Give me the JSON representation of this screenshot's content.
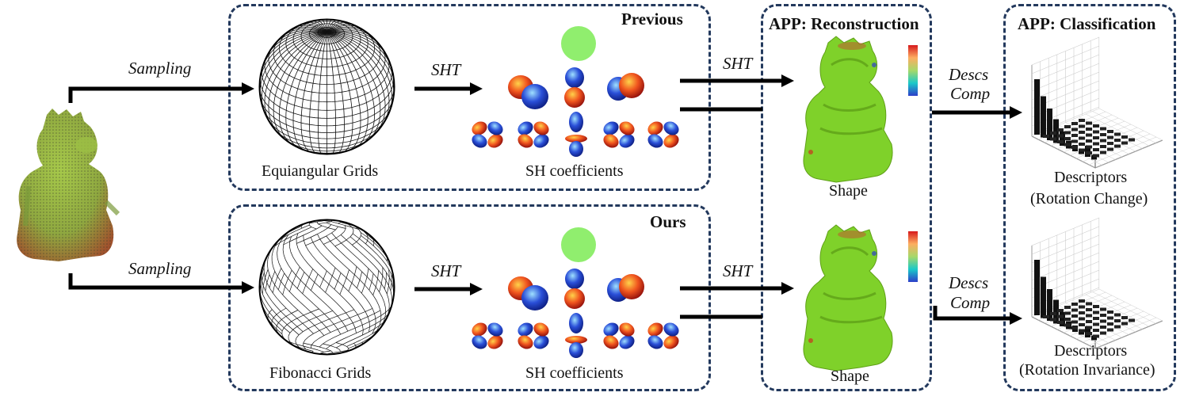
{
  "panels": {
    "previous": "Previous",
    "ours": "Ours",
    "reconstruction": "APP: Reconstruction",
    "classification": "APP: Classification"
  },
  "arrows": {
    "sampling_top": "Sampling",
    "sampling_bottom": "Sampling",
    "sht_top": "SHT",
    "sht_bottom": "SHT",
    "sht_recon_top": "SHT",
    "sht_recon_bottom": "SHT",
    "descs_top": [
      "Descs",
      "Comp"
    ],
    "descs_bottom": [
      "Descs",
      "Comp"
    ]
  },
  "labels": {
    "equiangular": "Equiangular Grids",
    "fibonacci": "Fibonacci Grids",
    "sh_top": "SH coefficients",
    "sh_bottom": "SH coefficients",
    "shape_top": "Shape",
    "shape_bottom": "Shape",
    "desc_top": [
      "Descriptors",
      "(Rotation Change)"
    ],
    "desc_bottom": [
      "Descriptors",
      "(Rotation Invariance)"
    ]
  },
  "colors": {
    "dashed_border": "#23395d",
    "shape_green": "#7fd12a",
    "sh_l0": "#90ee6e"
  }
}
